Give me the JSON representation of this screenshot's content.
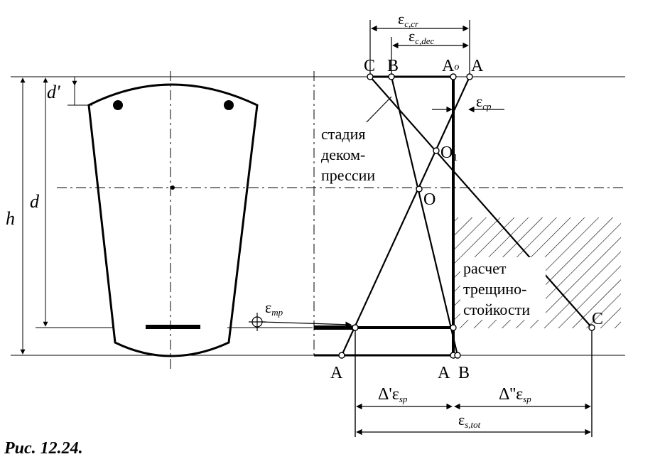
{
  "caption": "Рис. 12.24.",
  "section": {
    "h": "h",
    "d": "d",
    "d_prime": "d'"
  },
  "diagram": {
    "top_points": {
      "C": "C",
      "B": "B",
      "A0": "A",
      "A0_sub": "o",
      "A": "A"
    },
    "center_points": {
      "O1": "O",
      "O1_sub": "1",
      "O": "O"
    },
    "bottom_points": {
      "A_left": "A",
      "A_mid": "A",
      "B": "B",
      "C_right": "C"
    },
    "strains": {
      "e_c_cr": {
        "sym": "ε",
        "sub": "c,cr"
      },
      "e_c_dec": {
        "sym": "ε",
        "sub": "c,dec"
      },
      "e_cp": {
        "sym": "ε",
        "sub": "cp"
      },
      "e_mp": {
        "sym": "ε",
        "sub": "mp"
      },
      "d1_e_sp": {
        "pre": "Δ'",
        "sym": "ε",
        "sub": "sp"
      },
      "d2_e_sp": {
        "pre": "Δ''",
        "sym": "ε",
        "sub": "sp"
      },
      "e_s_tot": {
        "sym": "ε",
        "sub": "s,tot"
      }
    },
    "labels": {
      "decompression": [
        "стадия",
        "деком-",
        "прессии"
      ],
      "crack_resistance": [
        "расчет",
        "трещино-",
        "стойкости"
      ]
    }
  }
}
